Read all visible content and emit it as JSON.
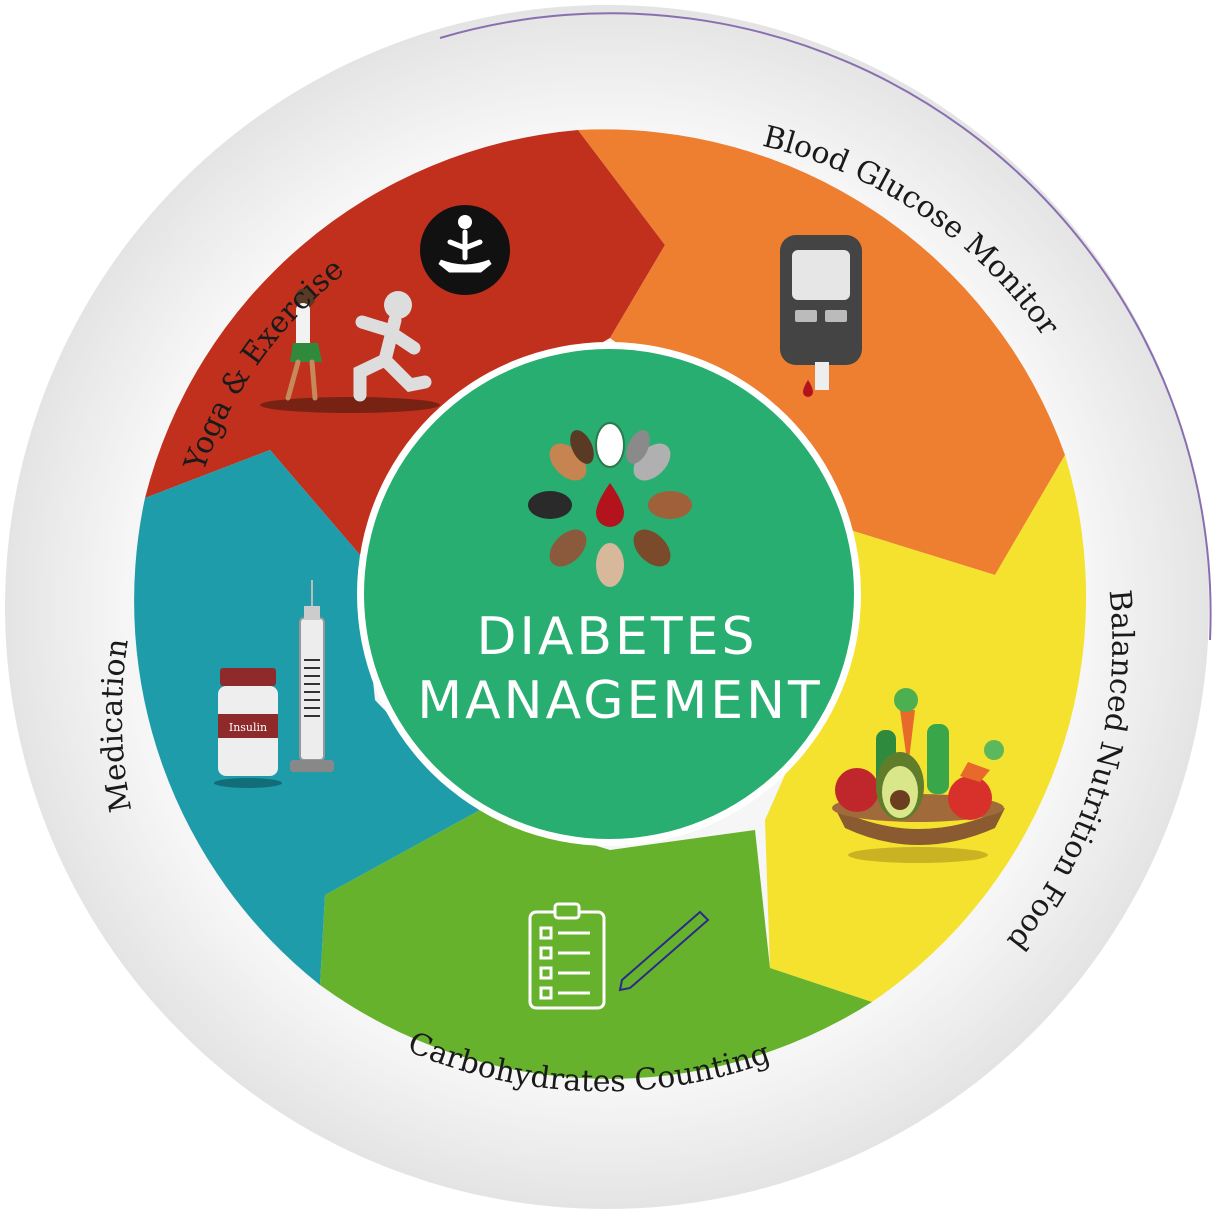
{
  "diagram": {
    "center": {
      "line1": "Diabetes",
      "line2": "Management",
      "icon": "hands-circle-blood-drop-icon"
    },
    "segments": [
      {
        "id": "yoga",
        "label": "Yoga & Exercise",
        "color": "#C0301D",
        "icon": "yoga-running-icon"
      },
      {
        "id": "glucose",
        "label": "Blood Glucose Monitor",
        "color": "#EE7E30",
        "icon": "glucometer-icon"
      },
      {
        "id": "nutrition",
        "label": "Balanced Nutrition Food",
        "color": "#F4E22E",
        "icon": "vegetable-bowl-icon"
      },
      {
        "id": "carbs",
        "label": "Carbohydrates Counting",
        "color": "#67B22C",
        "icon": "clipboard-pencil-icon"
      },
      {
        "id": "medication",
        "label": "Medication",
        "color": "#1E9CAA",
        "icon": "insulin-syringe-icon"
      }
    ],
    "insulin_label": "Insulin",
    "colors": {
      "center": "#27AE70",
      "ring": "#F1F1F1",
      "outline": "#8a6fb0"
    }
  }
}
